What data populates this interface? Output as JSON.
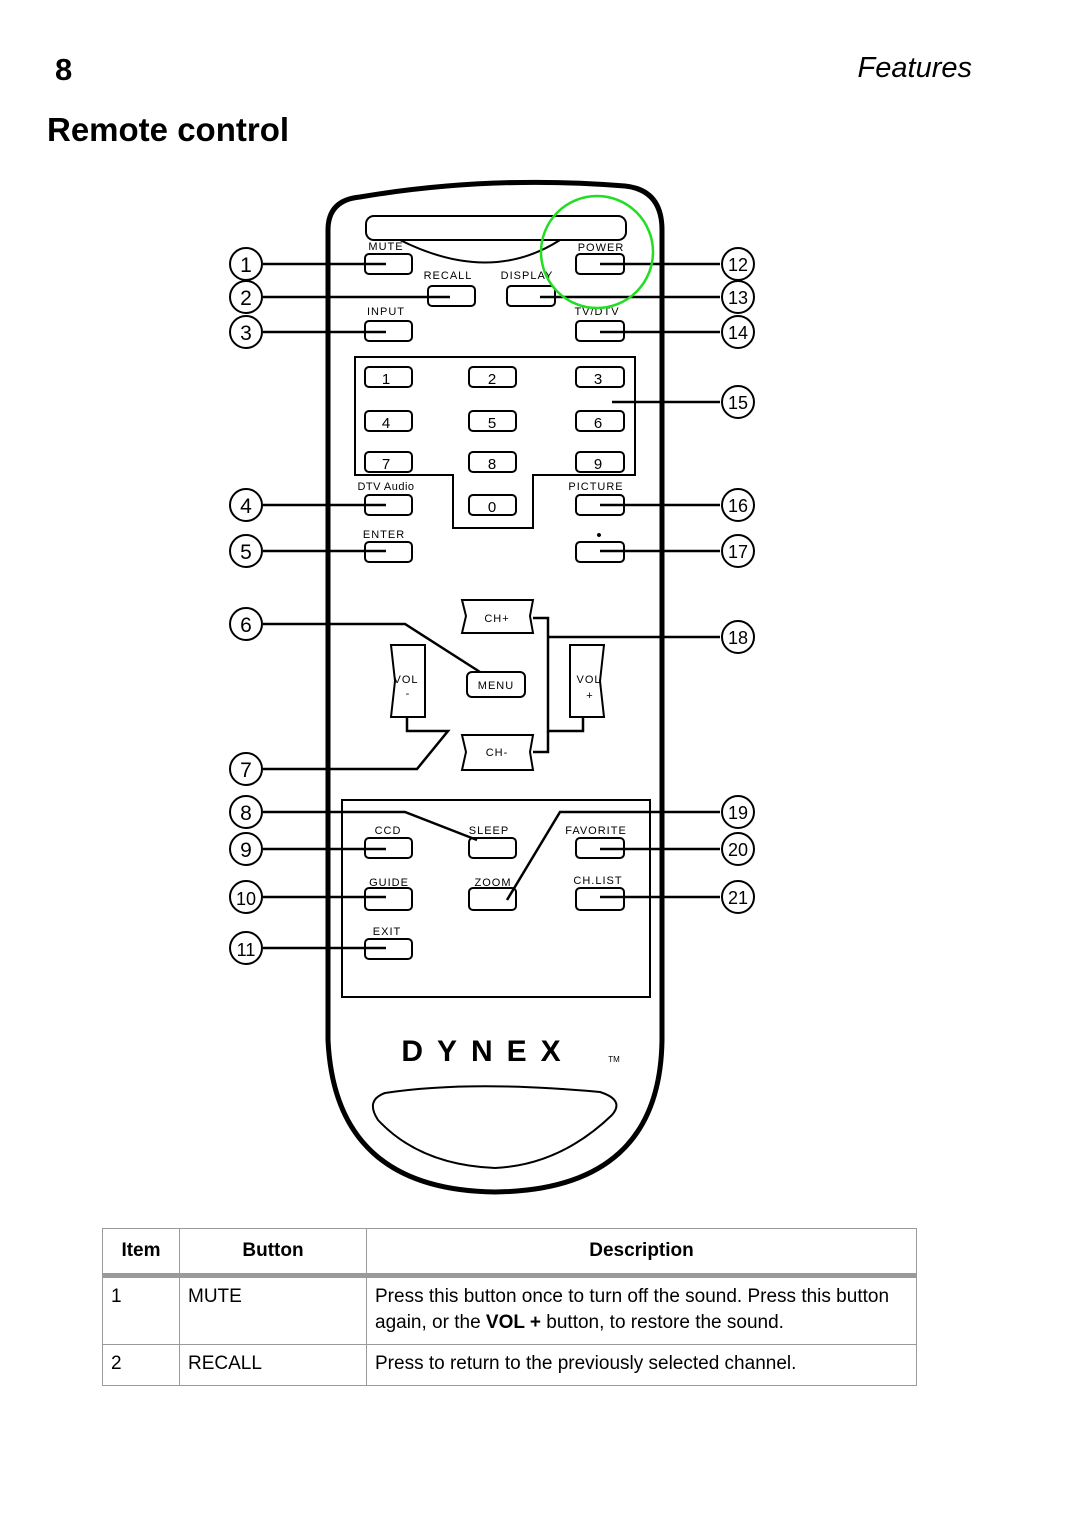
{
  "header": {
    "page_number": "8",
    "section": "Features"
  },
  "title": "Remote control",
  "remote": {
    "brand": "DYNEX",
    "trademark": "TM",
    "buttons": {
      "mute": "MUTE",
      "power": "POWER",
      "recall": "RECALL",
      "display": "DISPLAY",
      "input": "INPUT",
      "tv_dtv": "TV/DTV",
      "n1": "1",
      "n2": "2",
      "n3": "3",
      "n4": "4",
      "n5": "5",
      "n6": "6",
      "n7": "7",
      "n8": "8",
      "n9": "9",
      "n0": "0",
      "dtv_audio": "DTV Audio",
      "picture": "PICTURE",
      "enter": "ENTER",
      "dot": "•",
      "ch_plus": "CH+",
      "ch_minus": "CH-",
      "menu": "MENU",
      "vol_minus_top": "VOL",
      "vol_minus_bottom": "-",
      "vol_plus_top": "VOL",
      "vol_plus_bottom": "+",
      "ccd": "CCD",
      "sleep": "SLEEP",
      "favorite": "FAVORITE",
      "guide": "GUIDE",
      "zoom": "ZOOM",
      "ch_list": "CH.LIST",
      "exit": "EXIT"
    },
    "callouts": [
      "1",
      "2",
      "3",
      "4",
      "5",
      "6",
      "7",
      "8",
      "9",
      "10",
      "11",
      "12",
      "13",
      "14",
      "15",
      "16",
      "17",
      "18",
      "19",
      "20",
      "21"
    ]
  },
  "table": {
    "headers": [
      "Item",
      "Button",
      "Description"
    ],
    "rows": [
      {
        "item": "1",
        "button": "MUTE",
        "desc_before": "Press this button once to turn off the sound. Press this button again, or the ",
        "desc_bold": "VOL +",
        "desc_after": " button, to restore the sound."
      },
      {
        "item": "2",
        "button": "RECALL",
        "desc_before": "Press to return to the previously selected channel.",
        "desc_bold": "",
        "desc_after": ""
      }
    ]
  },
  "colors": {
    "highlight_circle": "#22dd22",
    "table_border": "#9a9a9a"
  }
}
